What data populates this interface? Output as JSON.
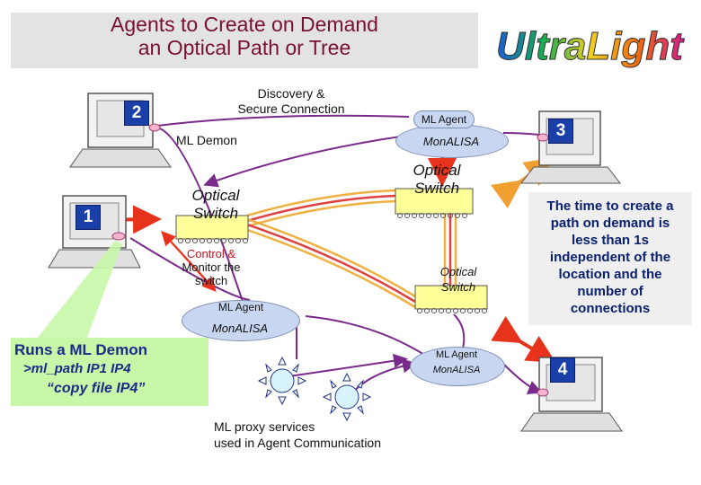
{
  "title": {
    "line1": "Agents to Create on Demand",
    "line2": "an Optical Path or Tree"
  },
  "logo": {
    "text": "UltraLight"
  },
  "nodes": {
    "n1": "1",
    "n2": "2",
    "n3": "3",
    "n4": "4"
  },
  "labels": {
    "discovery_line1": "Discovery &",
    "discovery_line2": "Secure Connection",
    "ml_demon": "ML Demon",
    "control_line1": "Control &",
    "control_line2": "Monitor the",
    "control_line3": "switch",
    "proxy_line1": "ML proxy services",
    "proxy_line2": "used in Agent Communication"
  },
  "switches": {
    "left_line1": "Optical",
    "left_line2": "Switch",
    "top_line1": "Optical",
    "top_line2": "Switch",
    "right_line1": "Optical",
    "right_line2": "Switch"
  },
  "agents": {
    "top_agent": "ML Agent",
    "top_monalisa": "MonALISA",
    "left_agent": "ML Agent",
    "left_monalisa": "MonALISA",
    "right_agent": "ML Agent",
    "right_monalisa": "MonALISA"
  },
  "green_box": {
    "line1": "Runs a ML Demon",
    "line2": ">ml_path IP1 IP4",
    "line3": "“copy file IP4”"
  },
  "note": {
    "line1": "The time to create a",
    "line2": "path on demand is",
    "line3": "less than 1s",
    "line4": "independent of the",
    "line5": "location and the",
    "line6": "number of",
    "line7": "connections"
  },
  "colors": {
    "title_text": "#7a1030",
    "title_bg": "#e3e3e3",
    "node_badge": "#1b3fa8",
    "agent_ellipse": "#c9d6f2",
    "purple_link": "#7a2a8a",
    "red_arrow": "#e8331c",
    "orange_arrow": "#f0a030",
    "switch_box": "#ffff99",
    "green_box": "#c8f7a8",
    "note_box": "#efefef",
    "fiber_orange": "#f0b040",
    "fiber_red": "#e04040"
  }
}
